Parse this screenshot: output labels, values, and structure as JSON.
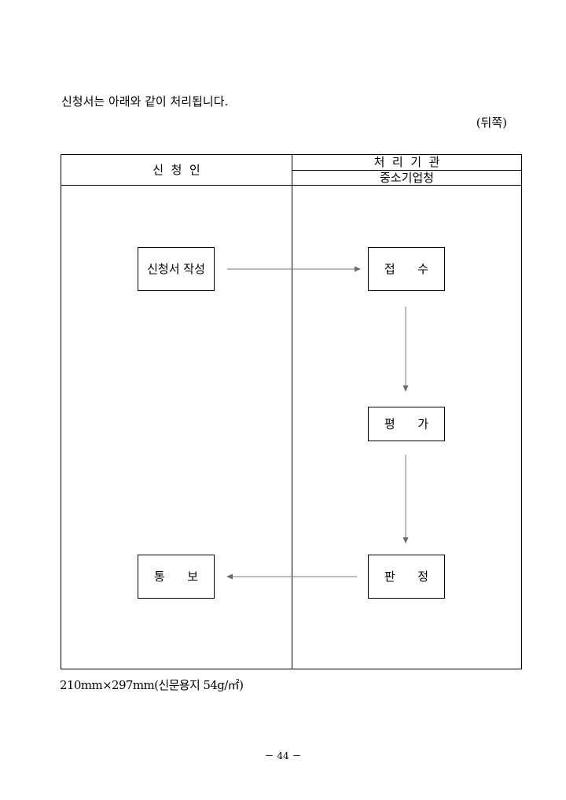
{
  "intro_text": "신청서는 아래와 같이 처리됩니다.",
  "side_label": "(뒤쪽)",
  "header": {
    "applicant": "신  청  인",
    "agency_title": "처  리  기  관",
    "agency_name": "중소기업청"
  },
  "steps": {
    "write": "신청서 작성",
    "receive": "접      수",
    "evaluate": "평      가",
    "judge": "판      정",
    "notify": "통      보"
  },
  "footer_note": "210mm×297mm(신문용지 54g/㎡)",
  "page_number": "－ 44 －"
}
